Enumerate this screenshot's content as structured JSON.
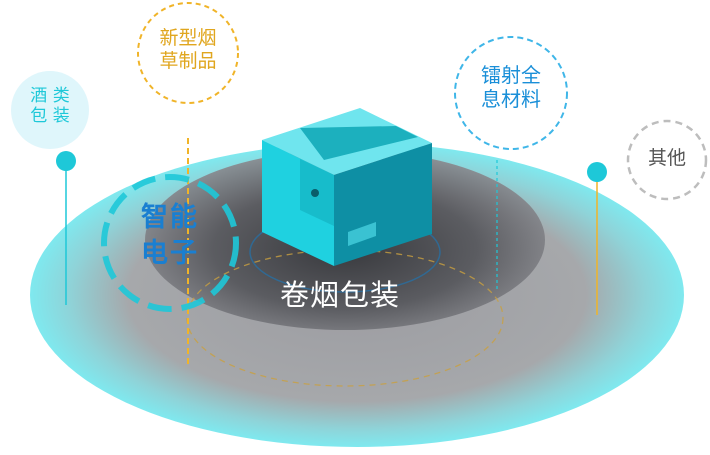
{
  "center": {
    "text": "卷烟包装"
  },
  "categories": [
    {
      "id": "liquor",
      "text": "酒 类\n包 装"
    },
    {
      "id": "tobacco",
      "text": "新型烟\n草制品"
    },
    {
      "id": "smart",
      "text": "智能\n电子"
    },
    {
      "id": "foil",
      "text": "镭射全\n息材料"
    },
    {
      "id": "other",
      "text": "其他"
    }
  ],
  "colors": {
    "cyan": "#1ec8d8",
    "cyan_light": "#7fe9ef",
    "gold": "#f0b429",
    "blue": "#1a7fd1",
    "blue_light": "#3fb6e8",
    "gray": "#b8b8b8",
    "dark": "#4a4a4f"
  }
}
